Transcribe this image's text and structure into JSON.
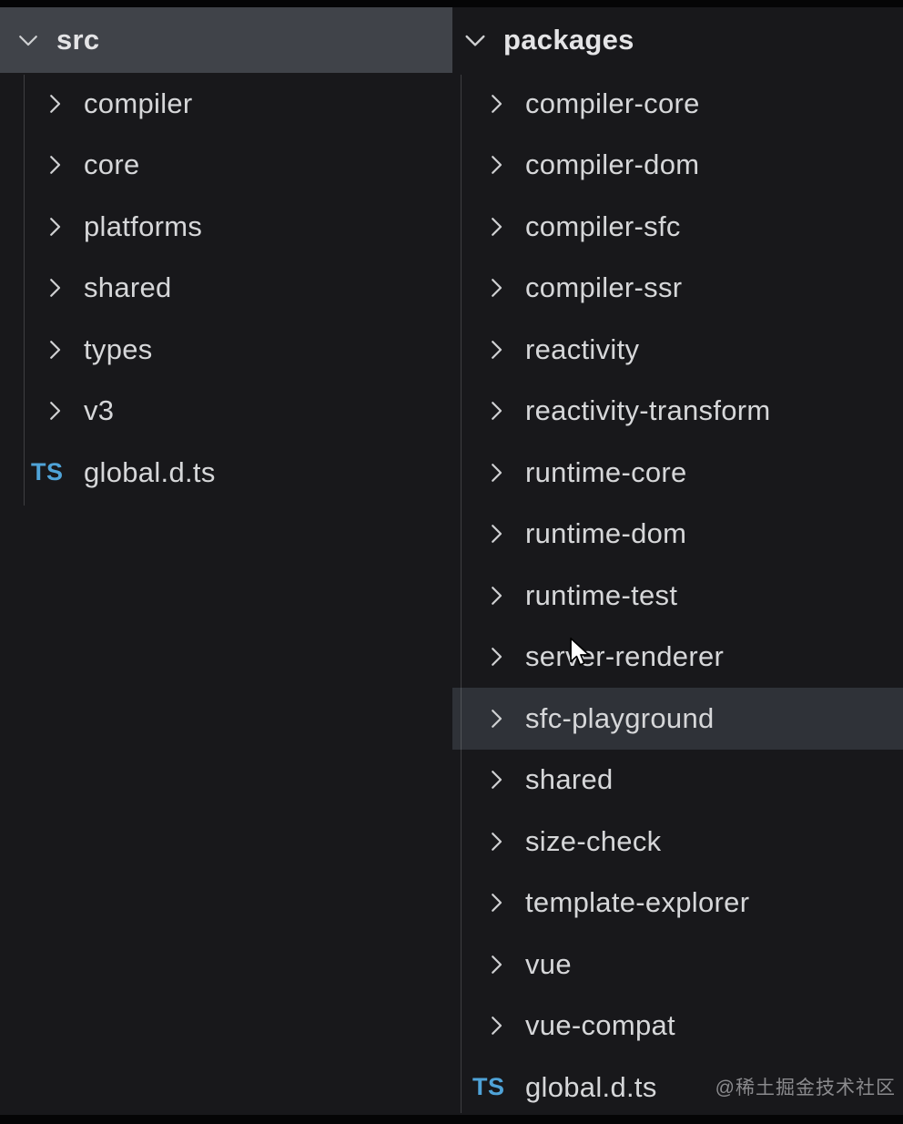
{
  "colors": {
    "background": "#18181b",
    "selected_row": "#404349",
    "hover_row": "#2f3238",
    "text": "#d6d7d9",
    "ts_icon": "#4fa3d8"
  },
  "icons": {
    "ts_badge": "TS"
  },
  "left": {
    "root": {
      "label": "src",
      "expanded": true,
      "selected": true
    },
    "items": [
      {
        "label": "compiler",
        "type": "folder"
      },
      {
        "label": "core",
        "type": "folder"
      },
      {
        "label": "platforms",
        "type": "folder"
      },
      {
        "label": "shared",
        "type": "folder"
      },
      {
        "label": "types",
        "type": "folder"
      },
      {
        "label": "v3",
        "type": "folder"
      },
      {
        "label": "global.d.ts",
        "type": "file"
      }
    ]
  },
  "right": {
    "root": {
      "label": "packages",
      "expanded": true
    },
    "items": [
      {
        "label": "compiler-core",
        "type": "folder"
      },
      {
        "label": "compiler-dom",
        "type": "folder"
      },
      {
        "label": "compiler-sfc",
        "type": "folder"
      },
      {
        "label": "compiler-ssr",
        "type": "folder"
      },
      {
        "label": "reactivity",
        "type": "folder"
      },
      {
        "label": "reactivity-transform",
        "type": "folder"
      },
      {
        "label": "runtime-core",
        "type": "folder"
      },
      {
        "label": "runtime-dom",
        "type": "folder"
      },
      {
        "label": "runtime-test",
        "type": "folder"
      },
      {
        "label": "server-renderer",
        "type": "folder"
      },
      {
        "label": "sfc-playground",
        "type": "folder",
        "highlighted": true
      },
      {
        "label": "shared",
        "type": "folder"
      },
      {
        "label": "size-check",
        "type": "folder"
      },
      {
        "label": "template-explorer",
        "type": "folder"
      },
      {
        "label": "vue",
        "type": "folder"
      },
      {
        "label": "vue-compat",
        "type": "folder"
      },
      {
        "label": "global.d.ts",
        "type": "file"
      }
    ]
  },
  "watermark": "@稀土掘金技术社区"
}
